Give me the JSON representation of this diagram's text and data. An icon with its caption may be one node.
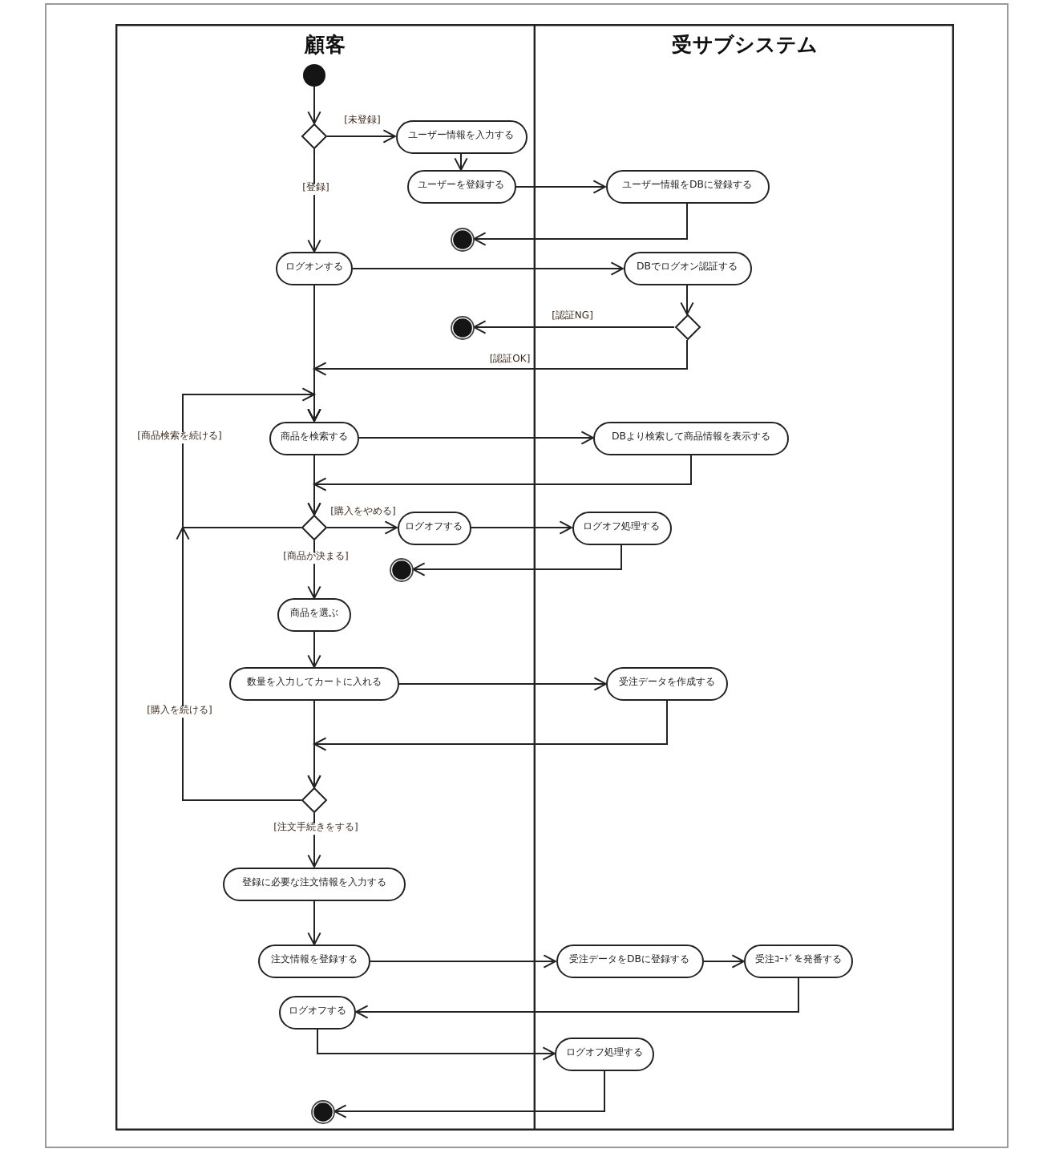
{
  "diagram": {
    "nodes": [
      {
        "text": [
          "顧客"
        ]
      },
      {
        "text": [
          "受サブシステム"
        ]
      },
      {
        "text": [],
        "shape": "dot",
        "in": 0
      },
      {
        "text": [],
        "shape": "diamond",
        "in": 0
      },
      {
        "text": [
          "ユーザー情報を入力する"
        ],
        "in": 0
      },
      {
        "text": [
          "ユーザーを登録する"
        ],
        "in": 0
      },
      {
        "text": [
          "ユーザー情報をDBに登録する"
        ],
        "in": 1
      },
      {
        "text": [],
        "shape": "bullseye",
        "in": 0
      },
      {
        "text": [
          "ログオンする"
        ],
        "in": 0
      },
      {
        "text": [
          "DBでログオン認証する"
        ],
        "in": 1
      },
      {
        "text": [],
        "shape": "bullseye",
        "in": 0
      },
      {
        "text": [],
        "shape": "diamond",
        "in": 1
      },
      {
        "text": [
          "商品を検索する"
        ],
        "in": 0
      },
      {
        "text": [
          "DBより検索して商品情報を表示する"
        ],
        "in": 1
      },
      {
        "text": [],
        "shape": "diamond",
        "in": 0
      },
      {
        "text": [
          "ログオフする"
        ],
        "in": 0
      },
      {
        "text": [
          "ログオフ処理する"
        ],
        "in": 1
      },
      {
        "text": [],
        "shape": "bullseye",
        "in": 0
      },
      {
        "text": [
          "商品を選ぶ"
        ],
        "in": 0
      },
      {
        "text": [
          "数量を入力してカートに入れる"
        ],
        "in": 0
      },
      {
        "text": [
          "受注データを作成する"
        ],
        "in": 1
      },
      {
        "text": [],
        "shape": "diamond",
        "in": 0
      },
      {
        "text": [
          "登録に必要な注文情報を入力する"
        ],
        "in": 0
      },
      {
        "text": [
          "注文情報を登録する"
        ],
        "in": 0
      },
      {
        "text": [
          "受注データをDBに登録する"
        ],
        "in": 1
      },
      {
        "text": [
          "受注ｺｰﾄﾞを発番する"
        ],
        "in": 1
      },
      {
        "text": [
          "ログオフする"
        ],
        "in": 0
      },
      {
        "text": [
          "ログオフ処理する"
        ],
        "in": 1
      },
      {
        "text": [],
        "shape": "bullseye",
        "in": 0
      }
    ],
    "edges": [
      {
        "from": 2,
        "to": 3,
        "arrow": "to"
      },
      {
        "from": 3,
        "to": 4,
        "arrow": "to",
        "label": "[未登録]"
      },
      {
        "from": 3,
        "to": 8,
        "arrow": "to",
        "label": "[登録]"
      },
      {
        "from": 4,
        "to": 5,
        "arrow": "to"
      },
      {
        "from": 5,
        "to": 6,
        "arrow": "to"
      },
      {
        "from": 6,
        "to": 7,
        "arrow": "to"
      },
      {
        "from": 8,
        "to": 9,
        "arrow": "to"
      },
      {
        "from": 9,
        "to": 11,
        "arrow": "to"
      },
      {
        "from": 11,
        "to": 10,
        "arrow": "to",
        "label": "[認証NG]"
      },
      {
        "from": 11,
        "to": 12,
        "arrow": "to",
        "label": "[認証OK]"
      },
      {
        "from": 8,
        "to": 12,
        "arrow": "to"
      },
      {
        "from": 12,
        "to": 13,
        "arrow": "to"
      },
      {
        "from": 13,
        "to": 14,
        "arrow": "to"
      },
      {
        "from": 12,
        "to": 14,
        "arrow": "to"
      },
      {
        "from": 14,
        "to": 12,
        "arrow": "to",
        "label": "[商品検索を続ける]"
      },
      {
        "from": 14,
        "to": 15,
        "arrow": "to",
        "label": "[購入をやめる]"
      },
      {
        "from": 15,
        "to": 16,
        "arrow": "to"
      },
      {
        "from": 16,
        "to": 17,
        "arrow": "to"
      },
      {
        "from": 14,
        "to": 18,
        "arrow": "to",
        "label": "[商品が決まる]"
      },
      {
        "from": 18,
        "to": 19,
        "arrow": "to"
      },
      {
        "from": 19,
        "to": 20,
        "arrow": "to"
      },
      {
        "from": 20,
        "to": 21,
        "arrow": "to"
      },
      {
        "from": 19,
        "to": 21,
        "arrow": "to"
      },
      {
        "from": 21,
        "to": 12,
        "arrow": "to",
        "label": "[購入を続ける]"
      },
      {
        "from": 21,
        "to": 22,
        "arrow": "to",
        "label": "[注文手続きをする]"
      },
      {
        "from": 22,
        "to": 23,
        "arrow": "to"
      },
      {
        "from": 23,
        "to": 24,
        "arrow": "to"
      },
      {
        "from": 24,
        "to": 25,
        "arrow": "to"
      },
      {
        "from": 25,
        "to": 26,
        "arrow": "to"
      },
      {
        "from": 26,
        "to": 27,
        "arrow": "to"
      },
      {
        "from": 27,
        "to": 28,
        "arrow": "to"
      }
    ]
  }
}
